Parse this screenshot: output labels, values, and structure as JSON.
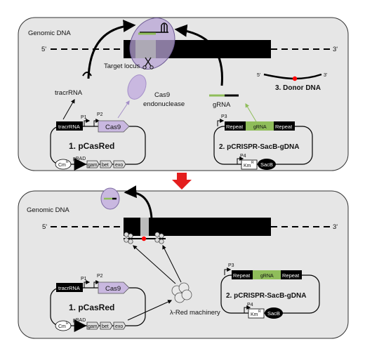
{
  "panel_top": {
    "genomic_label": "Genomic DNA",
    "five_prime": "5'",
    "three_prime": "3'",
    "target_locus": "Target locus",
    "tracrrna": "tracrRNA",
    "cas9_endonuclease_line1": "Cas9",
    "cas9_endonuclease_line2": "endonuclease",
    "grna": "gRNA",
    "donor_label": "3. Donor DNA",
    "donor_5": "5'",
    "donor_3": "3'",
    "pcasred": {
      "title": "1. pCasRed",
      "tracrrna_box": "tracrRNA",
      "cas9_box": "Cas9",
      "p1": "P1",
      "p2": "P2",
      "cm": "Cm",
      "cm_sup": "R",
      "pbad": "pBAD",
      "gam": "gam",
      "bet": "bet",
      "exo": "exo"
    },
    "pcrispr": {
      "title": "2. pCRISPR-SacB-gDNA",
      "repeat_left": "Repeat",
      "grna_box": "gRNA",
      "repeat_right": "Repeat",
      "p3": "P3",
      "p4": "P4",
      "km": "Km",
      "km_sup": "R",
      "sacb": "SacB"
    }
  },
  "panel_bottom": {
    "genomic_label": "Genomic DNA",
    "five_prime": "5'",
    "three_prime": "3'",
    "lambda_red": "λ-Red machinery",
    "pcasred": {
      "title": "1. pCasRed",
      "tracrrna_box": "tracrRNA",
      "cas9_box": "Cas9",
      "p1": "P1",
      "p2": "P2",
      "cm": "Cm",
      "cm_sup": "R",
      "pbad": "pBAD",
      "gam": "gam",
      "bet": "bet",
      "exo": "exo"
    },
    "pcrispr": {
      "title": "2. pCRISPR-SacB-gDNA",
      "repeat_left": "Repeat",
      "grna_box": "gRNA",
      "repeat_right": "Repeat",
      "p3": "P3",
      "p4": "P4",
      "km": "Km",
      "km_sup": "R",
      "sacb": "SacB"
    }
  },
  "colors": {
    "panel_fill": "#e6e6e6",
    "grna_green": "#8fbd5a",
    "cas9_purple": "#c9b8e0",
    "arrow_red": "#e41e1e",
    "donor_red": "#ff0000",
    "chromosome": "#000000"
  }
}
